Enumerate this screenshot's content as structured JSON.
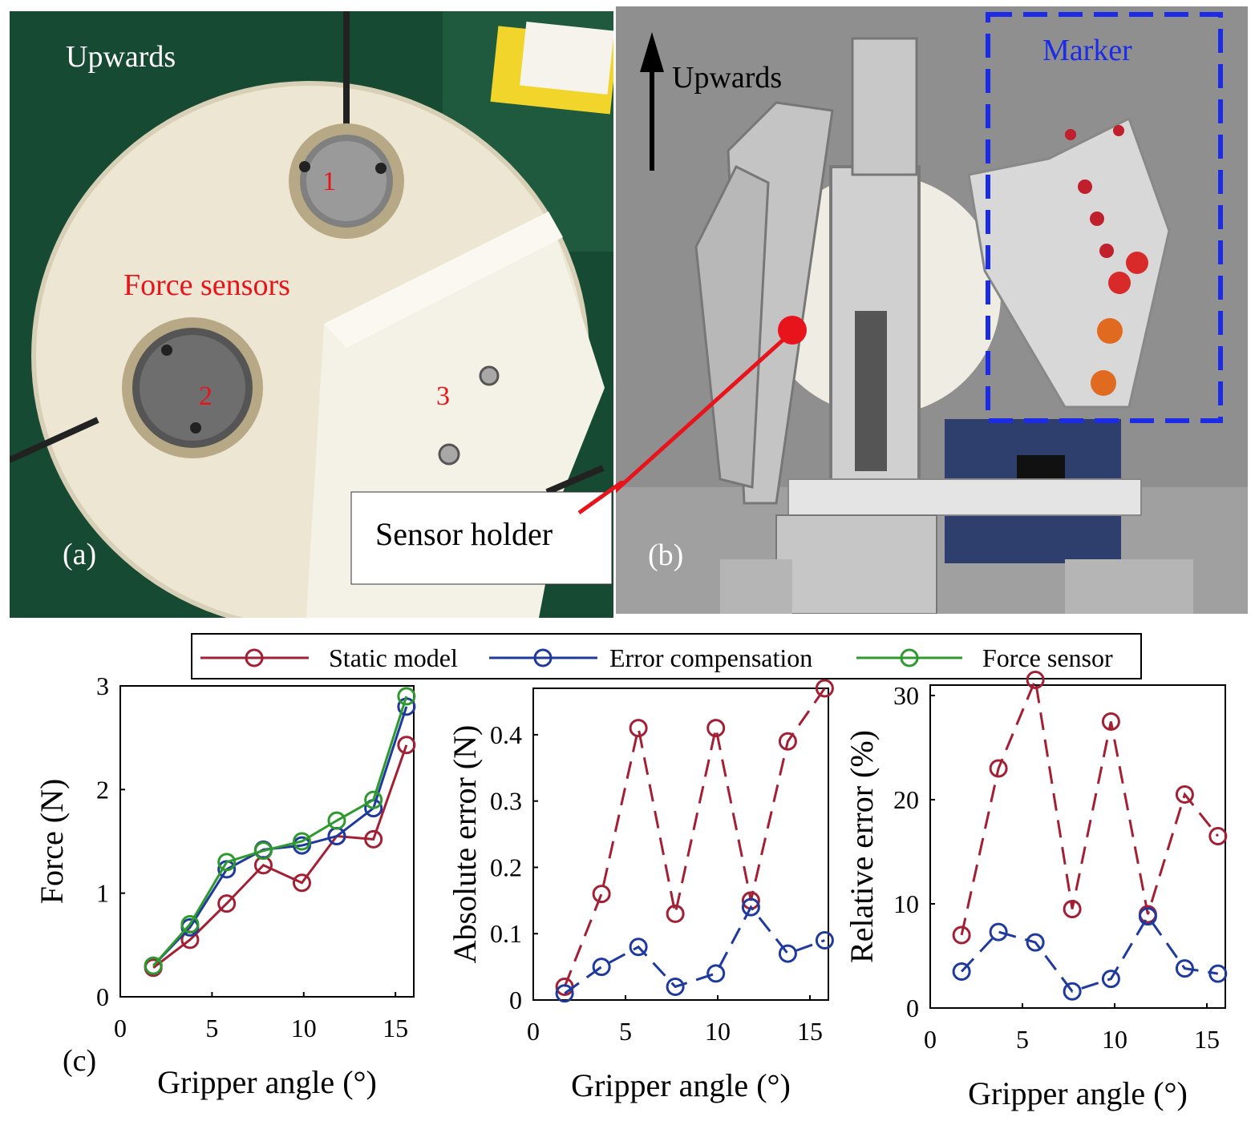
{
  "panel_a": {
    "label": "(a)",
    "upwards": "Upwards",
    "force_sensors": "Force sensors",
    "sensor_nums": [
      "1",
      "2",
      "3"
    ],
    "sensor_holder": "Sensor holder"
  },
  "panel_b": {
    "label": "(b)",
    "upwards": "Upwards",
    "marker": "Marker"
  },
  "panel_c": {
    "label": "(c)"
  },
  "colors": {
    "static_model": "#a31f34",
    "error_compensation": "#1f3a9e",
    "force_sensor": "#2e9a2e",
    "sensor_label_red": "#e8141c",
    "marker_blue": "#1c2be6"
  },
  "chart_data": [
    {
      "type": "line",
      "xlabel": "Gripper angle (°)",
      "ylabel": "Force (N)",
      "xlim": [
        0,
        16
      ],
      "ylim": [
        0,
        3
      ],
      "xticks": [
        0,
        5,
        10,
        15
      ],
      "yticks": [
        0,
        1,
        2,
        3
      ],
      "x": [
        1.8,
        3.8,
        5.8,
        7.8,
        9.9,
        11.8,
        13.8,
        15.6
      ],
      "series": [
        {
          "name": "Static model",
          "values": [
            0.28,
            0.55,
            0.9,
            1.27,
            1.1,
            1.55,
            1.52,
            2.43
          ],
          "style": "solid",
          "color": "#a31f34"
        },
        {
          "name": "Error compensation",
          "values": [
            0.3,
            0.67,
            1.23,
            1.42,
            1.46,
            1.55,
            1.82,
            2.8
          ],
          "style": "solid",
          "color": "#1f3a9e"
        },
        {
          "name": "Force sensor",
          "values": [
            0.3,
            0.7,
            1.3,
            1.41,
            1.5,
            1.7,
            1.9,
            2.9
          ],
          "style": "solid",
          "color": "#2e9a2e"
        }
      ]
    },
    {
      "type": "line",
      "xlabel": "Gripper angle (°)",
      "ylabel": "Absolute error (N)",
      "xlim": [
        0,
        16
      ],
      "ylim": [
        0,
        0.47
      ],
      "xticks": [
        0,
        5,
        10,
        15
      ],
      "yticks": [
        0,
        0.1,
        0.2,
        0.3,
        0.4
      ],
      "ytick_labels": [
        "0",
        "0.1",
        "0.2",
        "0.3",
        "0.4"
      ],
      "x": [
        1.7,
        3.7,
        5.7,
        7.7,
        9.9,
        11.8,
        13.8,
        15.8
      ],
      "series": [
        {
          "name": "Static model",
          "values": [
            0.02,
            0.16,
            0.41,
            0.13,
            0.41,
            0.15,
            0.39,
            0.47
          ],
          "style": "dashed",
          "color": "#a31f34"
        },
        {
          "name": "Error compensation",
          "values": [
            0.01,
            0.05,
            0.08,
            0.02,
            0.04,
            0.14,
            0.07,
            0.09
          ],
          "style": "dashed",
          "color": "#1f3a9e"
        }
      ]
    },
    {
      "type": "line",
      "xlabel": "Gripper angle (°)",
      "ylabel": "Relative error (%)",
      "xlim": [
        0,
        16
      ],
      "ylim": [
        0,
        31
      ],
      "xticks": [
        0,
        5,
        10,
        15
      ],
      "yticks": [
        0,
        10,
        20,
        30
      ],
      "x": [
        1.7,
        3.7,
        5.7,
        7.7,
        9.8,
        11.8,
        13.8,
        15.6
      ],
      "series": [
        {
          "name": "Static model",
          "values": [
            7,
            23,
            31.5,
            9.5,
            27.5,
            9,
            20.5,
            16.5
          ],
          "style": "dashed",
          "color": "#a31f34"
        },
        {
          "name": "Error compensation",
          "values": [
            3.5,
            7.3,
            6.3,
            1.6,
            2.8,
            8.8,
            3.8,
            3.3
          ],
          "style": "dashed",
          "color": "#1f3a9e"
        }
      ]
    }
  ],
  "legend": {
    "entries": [
      "Static model",
      "Error compensation",
      "Force sensor"
    ]
  }
}
